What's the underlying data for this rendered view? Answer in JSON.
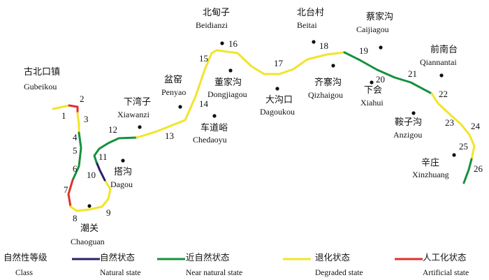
{
  "colors": {
    "natural": "#2b1f6b",
    "near_natural": "#14913e",
    "degraded": "#f2e42a",
    "artificial": "#e0302a",
    "text": "#111111"
  },
  "villages": [
    {
      "zh": "古北口镇",
      "en": "Gubeikou",
      "dot": false
    },
    {
      "zh": "潮关",
      "en": "Chaoguan",
      "dot": true
    },
    {
      "zh": "搭沟",
      "en": "Dagou",
      "dot": true
    },
    {
      "zh": "下湾子",
      "en": "Xiawanzi",
      "dot": true
    },
    {
      "zh": "盆窑",
      "en": "Penyao",
      "dot": true
    },
    {
      "zh": "车道峪",
      "en": "Chedaoyu",
      "dot": true
    },
    {
      "zh": "北甸子",
      "en": "Beidianzi",
      "dot": true
    },
    {
      "zh": "董家沟",
      "en": "Dongjiagou",
      "dot": true
    },
    {
      "zh": "大沟口",
      "en": "Dagoukou",
      "dot": true
    },
    {
      "zh": "北台村",
      "en": "Beitai",
      "dot": true
    },
    {
      "zh": "齐寨沟",
      "en": "Qizhaigou",
      "dot": true
    },
    {
      "zh": "蔡家沟",
      "en": "Caijiagou",
      "dot": true
    },
    {
      "zh": "下会",
      "en": "Xiahui",
      "dot": true
    },
    {
      "zh": "前南台",
      "en": "Qiannantai",
      "dot": true
    },
    {
      "zh": "鞍子沟",
      "en": "Anzigou",
      "dot": true
    },
    {
      "zh": "辛庄",
      "en": "Xinzhuang",
      "dot": true
    }
  ],
  "section_numbers": [
    "1",
    "2",
    "3",
    "4",
    "5",
    "6",
    "7",
    "8",
    "9",
    "10",
    "11",
    "12",
    "13",
    "14",
    "15",
    "16",
    "17",
    "18",
    "19",
    "20",
    "21",
    "22",
    "23",
    "24",
    "25",
    "26"
  ],
  "legend": {
    "title_zh": "自然性等级",
    "title_en": "Class",
    "items": [
      {
        "key": "natural",
        "zh": "自然状态",
        "en": "Natural state"
      },
      {
        "key": "near_natural",
        "zh": "近自然状态",
        "en": "Near natural state"
      },
      {
        "key": "degraded",
        "zh": "退化状态",
        "en": "Degraded state"
      },
      {
        "key": "artificial",
        "zh": "人工化状态",
        "en": "Artificial state"
      }
    ]
  }
}
